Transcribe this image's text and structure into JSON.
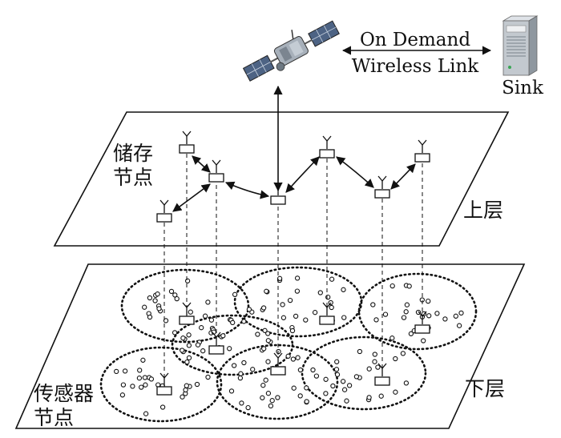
{
  "labels": {
    "link_line1": "On Demand",
    "link_line2": "Wireless Link",
    "sink": "Sink",
    "storage_nodes_line1": "储存",
    "storage_nodes_line2": "节点",
    "upper_layer": "上层",
    "sensor_nodes_line1": "传感器",
    "sensor_nodes_line2": "节点",
    "lower_layer": "下层"
  },
  "colors": {
    "line": "#111111",
    "background": "#ffffff",
    "satellite_body": "#9aa3ad",
    "satellite_panel": "#5a6f8a",
    "server": "#b9c0c8"
  },
  "icons": [
    "satellite-icon",
    "server-icon",
    "antenna-node-icon"
  ]
}
